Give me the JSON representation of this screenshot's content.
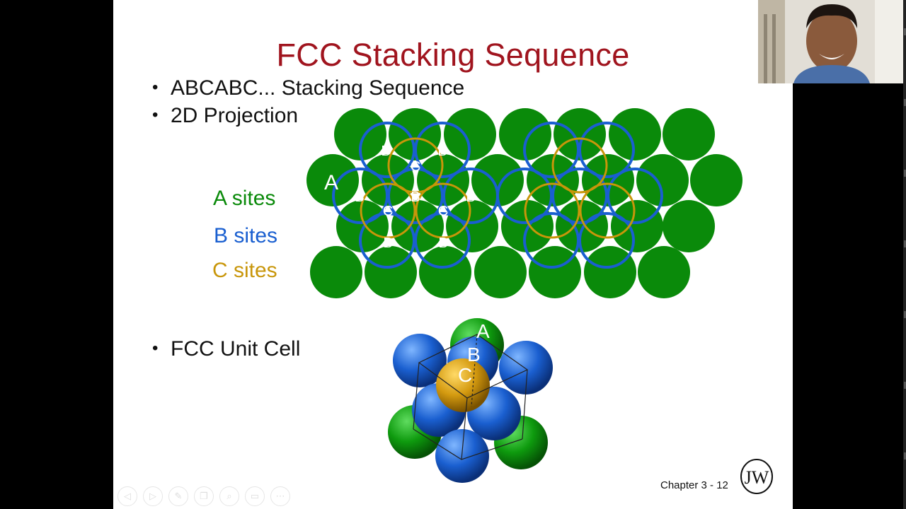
{
  "slide": {
    "title": "FCC Stacking Sequence",
    "bullets": [
      "ABCABC... Stacking Sequence",
      "2D Projection",
      "FCC Unit Cell"
    ],
    "bullet_glyph": "•",
    "legend": {
      "a_sites": "A sites",
      "b_sites": "B sites",
      "c_sites": "C sites"
    },
    "projection_labels": {
      "a": "A",
      "b": "B",
      "c": "C"
    },
    "unit_cell_labels": {
      "a": "A",
      "b": "B",
      "c": "C"
    },
    "footer": "Chapter 3 - 12",
    "logo_letters": "JW"
  },
  "colors": {
    "title": "#a0141e",
    "a_green": "#0a8a0a",
    "b_blue": "#1a5fd0",
    "c_gold": "#c8960a",
    "background": "#ffffff"
  },
  "presenter_controls": [
    "previous-icon",
    "next-icon",
    "pen-icon",
    "copy-icon",
    "zoom-icon",
    "subtitles-icon",
    "more-icon"
  ],
  "webcam": {
    "description_icon": "presenter-video"
  }
}
